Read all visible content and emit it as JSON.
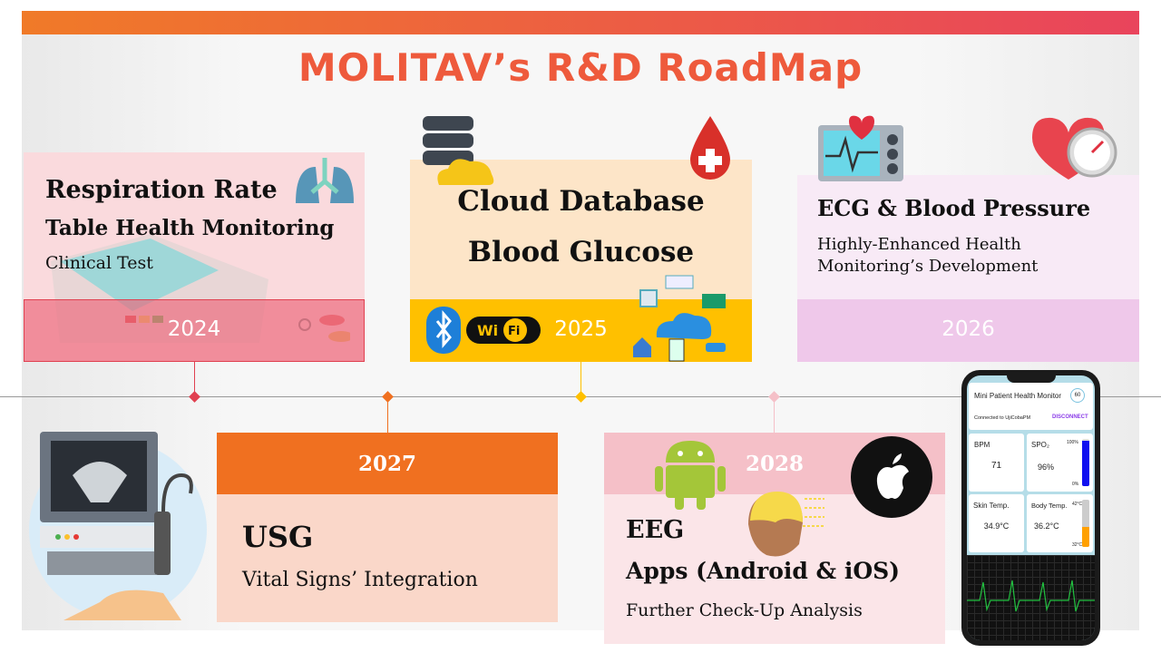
{
  "title": "MOLITAV’s R&D RoadMap",
  "colors": {
    "accent_orange": "#f07020",
    "accent_red": "#e9445c",
    "yellow": "#ffc000"
  },
  "cards": [
    {
      "year": "2024",
      "lines": [
        "Respiration Rate",
        "Table Health Monitoring",
        "Clinical Test"
      ],
      "icons": [
        "lungs-icon",
        "patient-monitor-device-icon"
      ]
    },
    {
      "year": "2025",
      "lines": [
        "Cloud Database",
        "Blood Glucose"
      ],
      "icons": [
        "database-cloud-icon",
        "blood-drop-icon",
        "bluetooth-icon",
        "wifi-icon",
        "iot-network-icon"
      ]
    },
    {
      "year": "2026",
      "lines": [
        "ECG & Blood Pressure",
        "Highly-Enhanced Health",
        "Monitoring’s Development"
      ],
      "icons": [
        "ecg-monitor-icon",
        "heart-gauge-icon"
      ]
    },
    {
      "year": "2027",
      "lines": [
        "USG",
        "Vital Signs’ Integration"
      ],
      "icons": [
        "ultrasound-machine-icon"
      ]
    },
    {
      "year": "2028",
      "lines": [
        "EEG",
        "Apps (Android & iOS)",
        "Further Check-Up Analysis"
      ],
      "icons": [
        "android-icon",
        "apple-icon",
        "eeg-head-icon"
      ]
    }
  ],
  "phone": {
    "app_title": "Mini Patient Health Monitor",
    "badge": "60",
    "connected": "Connected to UjiCobaPM",
    "disconnect": "DISCONNECT",
    "bpm_label": "BPM",
    "bpm": "71",
    "spo2_label": "SPO₂",
    "spo2": "96%",
    "spo2_max": "100%",
    "spo2_min": "0%",
    "spo2_fraction": 0.96,
    "skin_label": "Skin Temp.",
    "skin": "34.9°C",
    "body_label": "Body Temp.",
    "body": "36.2°C",
    "temp_max": "42°C",
    "temp_min": "32°C",
    "temp_fraction": 0.42
  }
}
